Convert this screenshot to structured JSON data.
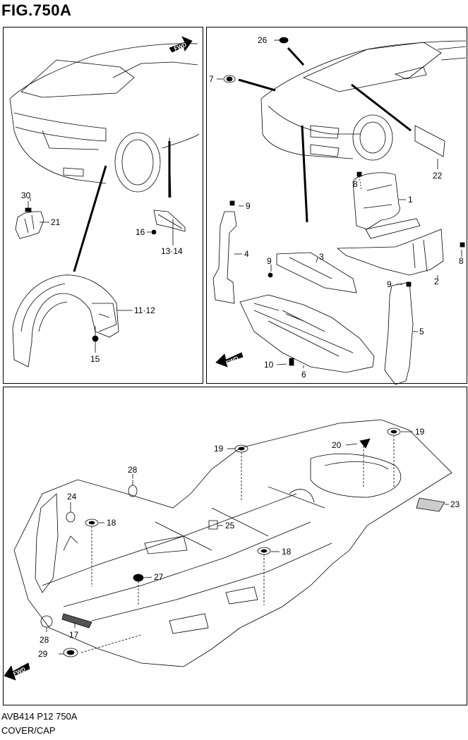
{
  "figure": {
    "title": "FIG.750A"
  },
  "footer": {
    "code": "AVB414 P12 750A",
    "caption": "COVER/CAP"
  },
  "fwd_label": "FWD",
  "callouts": {
    "p1_30": "30",
    "p1_21": "21",
    "p1_16": "16",
    "p1_13_14": "13·14",
    "p1_11_12": "11·12",
    "p1_15": "15",
    "p2_26": "26",
    "p2_7": "7",
    "p2_22": "22",
    "p2_8a": "8",
    "p2_1": "1",
    "p2_9a": "9",
    "p2_4": "4",
    "p2_3": "3",
    "p2_9b": "9",
    "p2_2": "2",
    "p2_8b": "8",
    "p2_9c": "9",
    "p2_5": "5",
    "p2_10": "10",
    "p2_6": "6",
    "p3_19a": "19",
    "p3_20": "20",
    "p3_19b": "19",
    "p3_28a": "28",
    "p3_24": "24",
    "p3_18a": "18",
    "p3_25": "25",
    "p3_23": "23",
    "p3_18b": "18",
    "p3_27": "27",
    "p3_28b": "28",
    "p3_17": "17",
    "p3_29": "29"
  }
}
